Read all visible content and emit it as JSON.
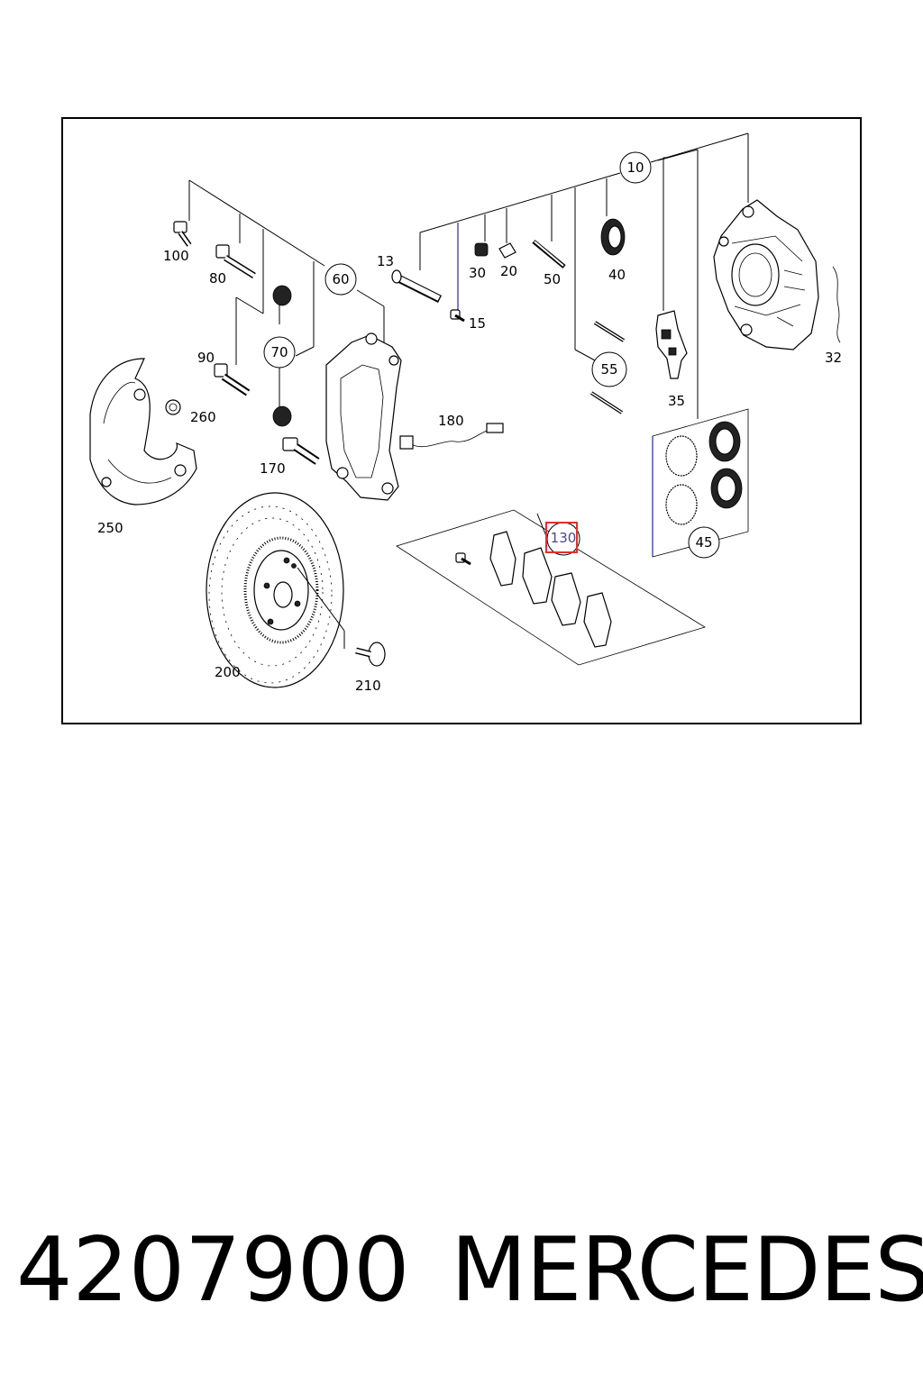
{
  "callouts": {
    "c10": "10",
    "c100": "100",
    "c80": "80",
    "c60": "60",
    "c13": "13",
    "c15": "15",
    "c30": "30",
    "c20": "20",
    "c50": "50",
    "c40": "40",
    "c70": "70",
    "c90": "90",
    "c260": "260",
    "c250": "250",
    "c170": "170",
    "c180": "180",
    "c55": "55",
    "c35": "35",
    "c32": "32",
    "c45": "45",
    "c130": "130",
    "c200": "200",
    "c210": "210"
  },
  "highlight": {
    "callout": "130",
    "color": "#e03030"
  },
  "colors": {
    "line": "#000000",
    "accent_line": "#2a2a9a",
    "highlight": "#e03030"
  },
  "footer": {
    "part_number": "4207900",
    "brand": "MERCEDES"
  }
}
